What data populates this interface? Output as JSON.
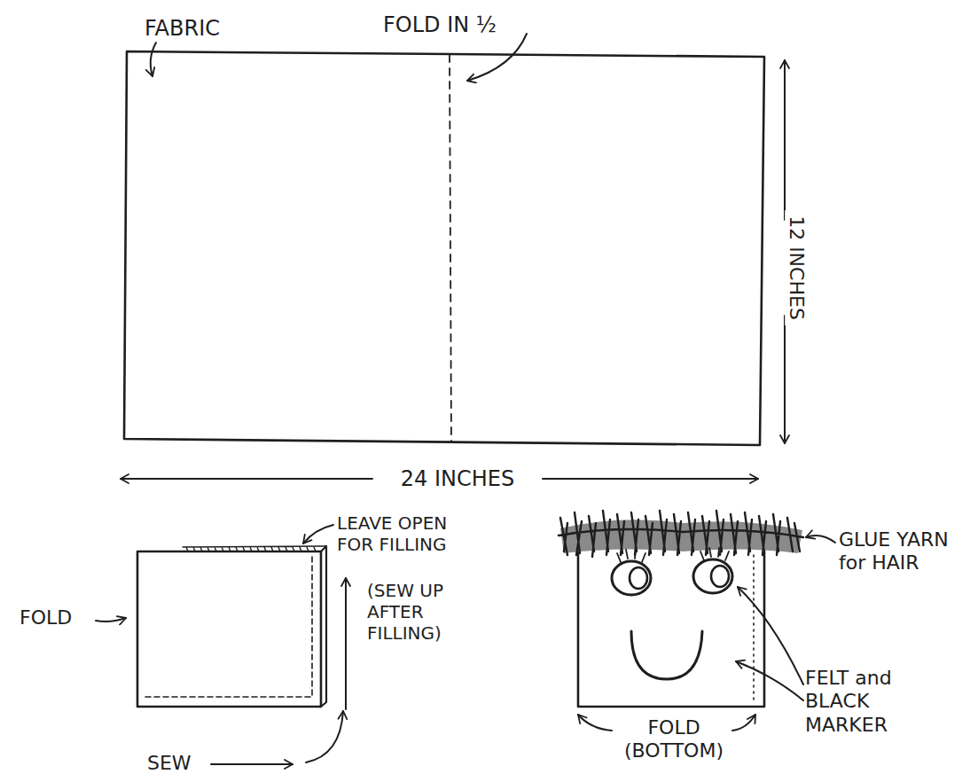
{
  "diagram": {
    "labels": [
      "FABRIC",
      "FOLD IN ½",
      "12 INCHES",
      "24 INCHES",
      "LEAVE OPEN FOR FILLING",
      "(SEW UP AFTER FILLING)",
      "FOLD",
      "SEW",
      "GLUE YARN for HAIR",
      "FELT and BLACK MARKER",
      "FOLD (BOTTOM)"
    ]
  }
}
